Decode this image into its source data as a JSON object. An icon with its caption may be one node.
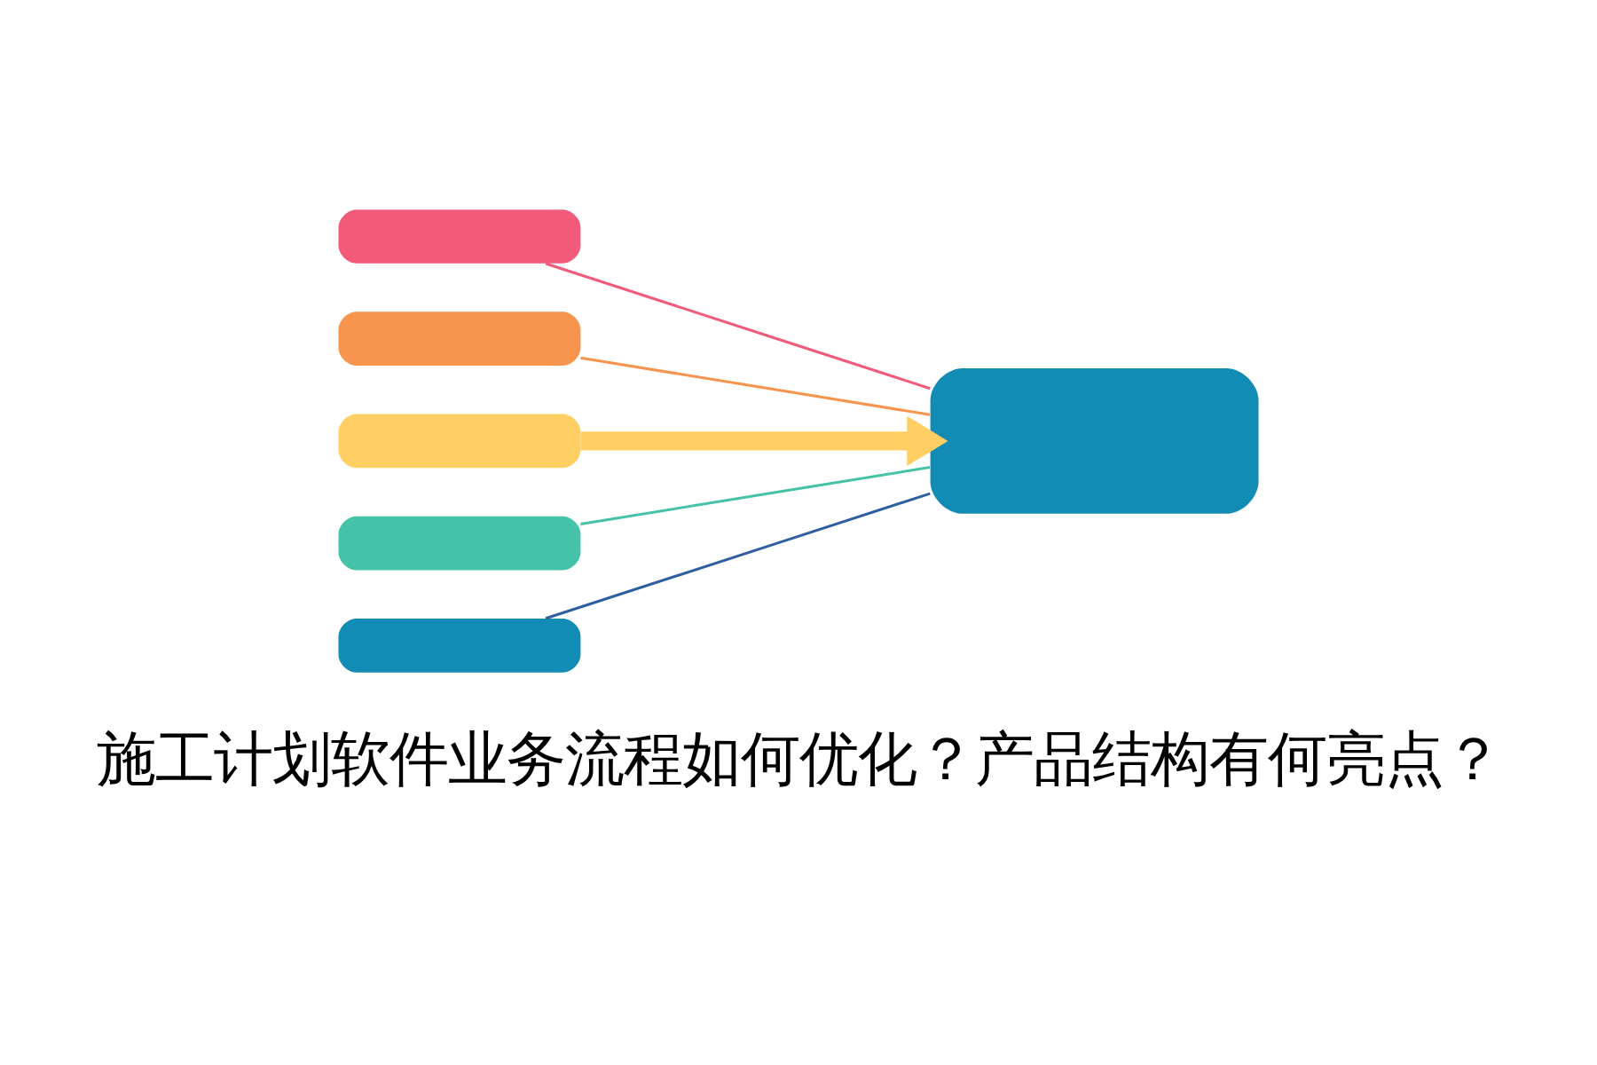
{
  "diagram": {
    "title": "施工计划软件业务流程如何优化？产品结构有何亮点？",
    "nodes": [
      {
        "text": [],
        "shape": "box"
      },
      {
        "text": [],
        "shape": "box"
      },
      {
        "text": [],
        "shape": "box"
      },
      {
        "text": [],
        "shape": "box"
      },
      {
        "text": [],
        "shape": "box"
      },
      {
        "text": [],
        "shape": "box"
      }
    ],
    "edges": [
      {
        "from": 0,
        "to": 5,
        "arrow": "none",
        "color": "#f25a7a"
      },
      {
        "from": 1,
        "to": 5,
        "arrow": "none",
        "color": "#f7954f"
      },
      {
        "from": 2,
        "to": 5,
        "arrow": "to",
        "style": "thick",
        "color": "#ffcf63"
      },
      {
        "from": 3,
        "to": 5,
        "arrow": "none",
        "color": "#44c3a9"
      },
      {
        "from": 4,
        "to": 5,
        "arrow": "none",
        "color": "#2f5fa0"
      }
    ]
  }
}
